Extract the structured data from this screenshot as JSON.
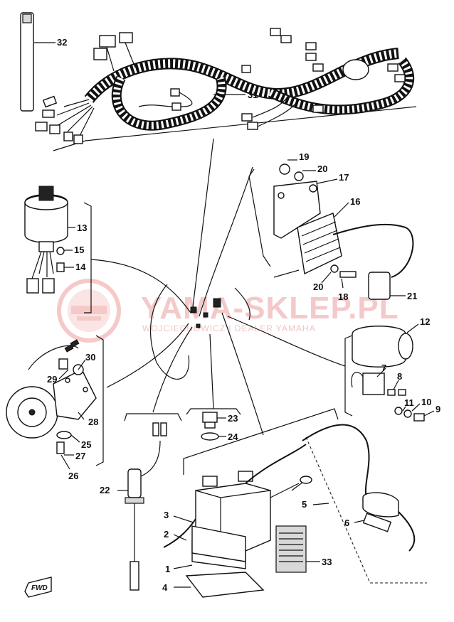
{
  "watermark": {
    "brand": "YAMA-SKLEP.PL",
    "subtitle": "WOJCIECHOWICZ | DEALER YAMAHA"
  },
  "fwd_label": "FWD",
  "parts": [
    {
      "id": "p1",
      "number": "1",
      "name": "battery-body"
    },
    {
      "id": "p2",
      "number": "2",
      "name": "battery-breather-pipe"
    },
    {
      "id": "p3",
      "number": "3",
      "name": "battery-band"
    },
    {
      "id": "p4",
      "number": "4",
      "name": "battery-case-pad"
    },
    {
      "id": "p5",
      "number": "5",
      "name": "battery-lead"
    },
    {
      "id": "p6",
      "number": "6",
      "name": "fuse"
    },
    {
      "id": "p7",
      "number": "7",
      "name": "flasher-relay"
    },
    {
      "id": "p8",
      "number": "8",
      "name": "bracket"
    },
    {
      "id": "p9",
      "number": "9",
      "name": "bolt"
    },
    {
      "id": "p10",
      "number": "10",
      "name": "washer"
    },
    {
      "id": "p11",
      "number": "11",
      "name": "washer"
    },
    {
      "id": "p12",
      "number": "12",
      "name": "flasher"
    },
    {
      "id": "p13",
      "number": "13",
      "name": "main-switch"
    },
    {
      "id": "p14",
      "number": "14",
      "name": "screw"
    },
    {
      "id": "p15",
      "number": "15",
      "name": "washer"
    },
    {
      "id": "p16",
      "number": "16",
      "name": "ignition-coil"
    },
    {
      "id": "p17",
      "number": "17",
      "name": "coil-bracket"
    },
    {
      "id": "p18",
      "number": "18",
      "name": "bolt"
    },
    {
      "id": "p19",
      "number": "19",
      "name": "bolt"
    },
    {
      "id": "p20",
      "number": "20",
      "name": "washer"
    },
    {
      "id": "p20b",
      "number": "20",
      "name": "washer"
    },
    {
      "id": "p21",
      "number": "21",
      "name": "spark-plug-cap"
    },
    {
      "id": "p22",
      "number": "22",
      "name": "oil-level-switch"
    },
    {
      "id": "p23",
      "number": "23",
      "name": "neutral-switch"
    },
    {
      "id": "p24",
      "number": "24",
      "name": "o-ring"
    },
    {
      "id": "p25",
      "number": "25",
      "name": "washer"
    },
    {
      "id": "p26",
      "number": "26",
      "name": "bolt"
    },
    {
      "id": "p27",
      "number": "27",
      "name": "washer"
    },
    {
      "id": "p28",
      "number": "28",
      "name": "horn-bracket"
    },
    {
      "id": "p29",
      "number": "29",
      "name": "bolt"
    },
    {
      "id": "p30",
      "number": "30",
      "name": "nut"
    },
    {
      "id": "p31",
      "number": "31",
      "name": "wire-harness"
    },
    {
      "id": "p32",
      "number": "32",
      "name": "band"
    },
    {
      "id": "p33",
      "number": "33",
      "name": "caution-label"
    }
  ]
}
